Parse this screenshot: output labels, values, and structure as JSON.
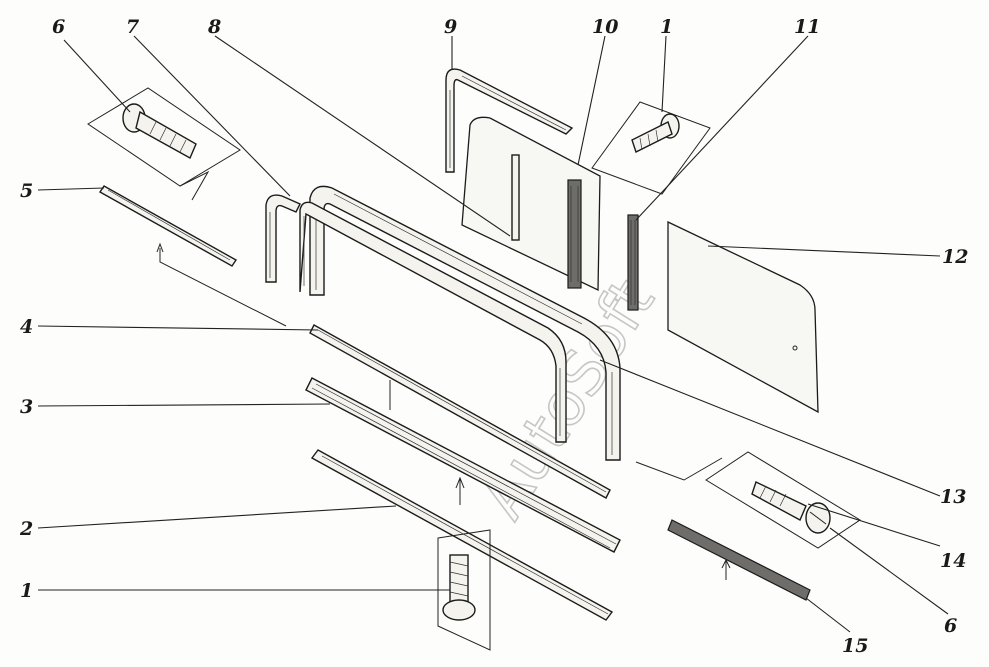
{
  "diagram": {
    "callouts": {
      "c1_top": "1",
      "c1_bottom": "1",
      "c2": "2",
      "c3": "3",
      "c4": "4",
      "c5": "5",
      "c6_top": "6",
      "c6_bottom": "6",
      "c7": "7",
      "c8": "8",
      "c9": "9",
      "c10": "10",
      "c11": "11",
      "c12": "12",
      "c13": "13",
      "c14": "14",
      "c15": "15"
    },
    "watermark": "AutoSoft"
  }
}
